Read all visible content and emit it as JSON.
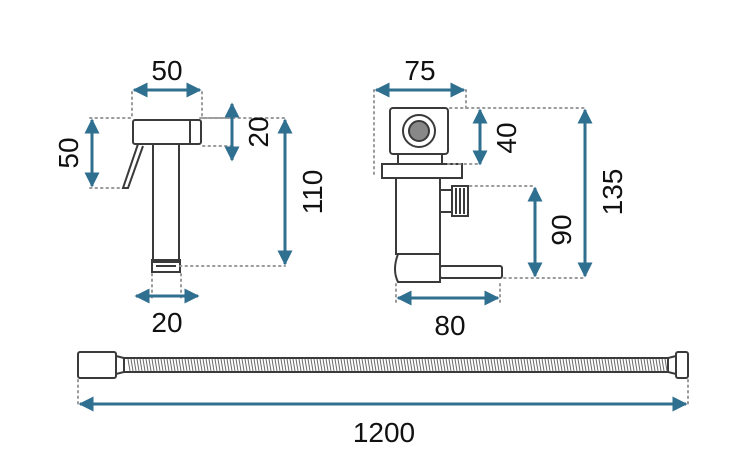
{
  "colors": {
    "dimension_line": "#2f6f8f",
    "outline": "#3a3a3a",
    "extension_dots": "#9a9a9a",
    "text": "#111111"
  },
  "dimensions": {
    "sprayer_head_width": "50",
    "sprayer_head_height": "20",
    "sprayer_handle_height": "50",
    "sprayer_total_height": "110",
    "sprayer_thread_width": "20",
    "valve_width": "75",
    "valve_top_height": "40",
    "valve_total_height": "135",
    "valve_outlet_height": "90",
    "valve_base_width": "80",
    "hose_length": "1200"
  }
}
